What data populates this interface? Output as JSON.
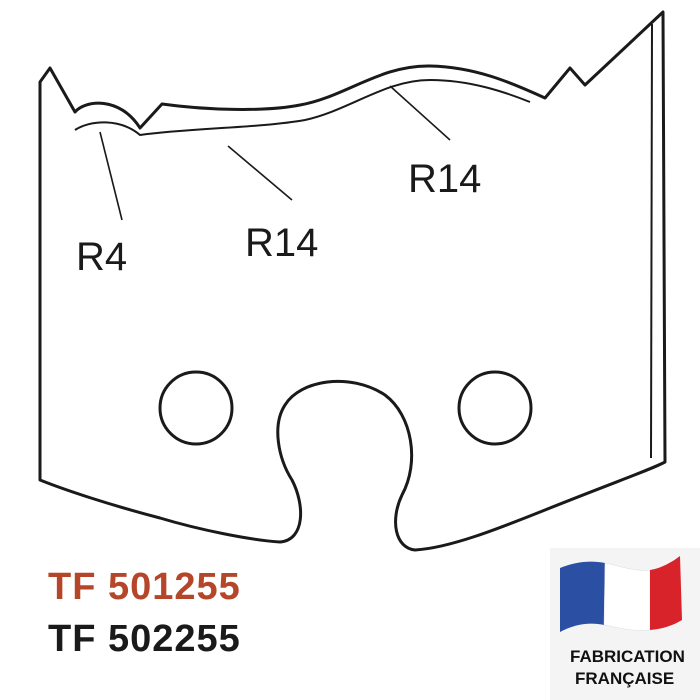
{
  "diagram": {
    "dimension_labels": [
      "R4",
      "R14",
      "R14"
    ]
  },
  "part_codes": [
    {
      "code": "TF 501255",
      "color": "#b5462a"
    },
    {
      "code": "TF 502255",
      "color": "#1a1a1a"
    }
  ],
  "badge": {
    "line1": "FABRICATION",
    "line2": "FRANÇAISE",
    "flag_colors": {
      "blue": "#2a4fa3",
      "white": "#ffffff",
      "red": "#d8232a"
    },
    "icon": "french-flag-icon"
  },
  "colors": {
    "outline": "#1a1a1a",
    "accent": "#b5462a"
  }
}
